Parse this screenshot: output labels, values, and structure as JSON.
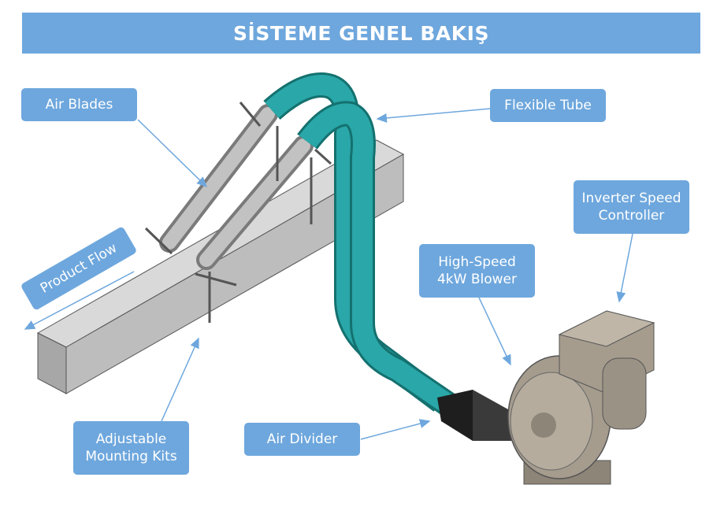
{
  "title": "SİSTEME GENEL BAKIŞ",
  "labels": {
    "air_blades": "Air Blades",
    "flexible_tube": "Flexible Tube",
    "inverter": "Inverter Speed\nController",
    "blower": "High-Speed\n4kW Blower",
    "product_flow": "Product Flow",
    "mounting_kits": "Adjustable\nMounting Kits",
    "air_divider": "Air Divider"
  },
  "colors": {
    "accent": "#6ea7dd",
    "tube": "#2aa7a8",
    "beam": "#b3b3b3",
    "blower": "#a59c8e"
  }
}
